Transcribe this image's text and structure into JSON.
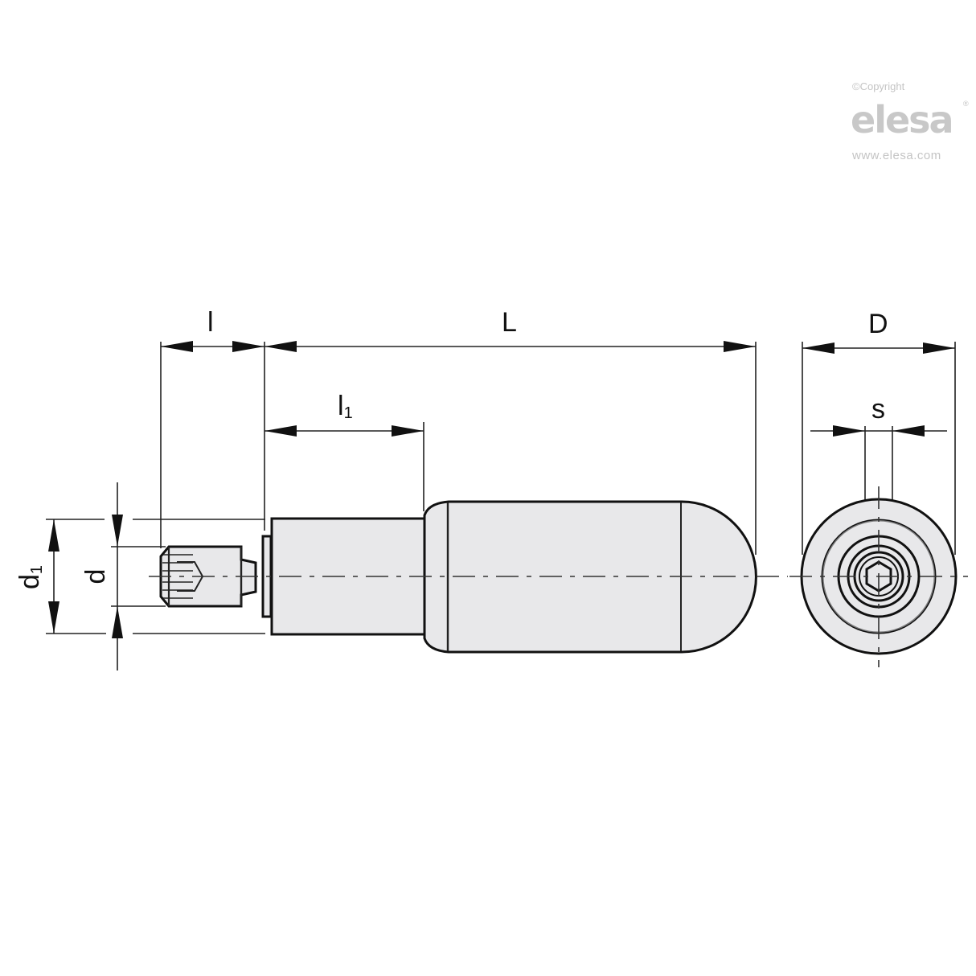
{
  "watermark": {
    "copyright": "©Copyright",
    "brand": "elesa",
    "registered": "®",
    "url": "www.elesa.com"
  },
  "dimensions": {
    "l": {
      "main": "l",
      "sub": ""
    },
    "L": {
      "main": "L",
      "sub": ""
    },
    "l1": {
      "main": "l",
      "sub": "1"
    },
    "D": {
      "main": "D",
      "sub": ""
    },
    "s": {
      "main": "s",
      "sub": ""
    },
    "d1": {
      "main": "d",
      "sub": "1"
    },
    "d": {
      "main": "d",
      "sub": ""
    }
  },
  "colors": {
    "fill": "#e8e8ea",
    "line": "#111111",
    "watermark": "#c8c8c8"
  }
}
